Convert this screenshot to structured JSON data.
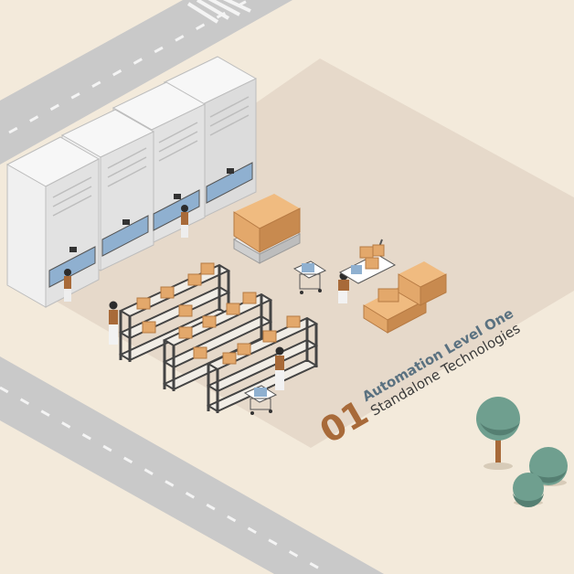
{
  "label": {
    "number": "01",
    "title": "Automation Level One",
    "subtitle": "Standalone Technologies"
  },
  "colors": {
    "background": "#f3eadb",
    "floor": "#e6d9ca",
    "road": "#c9c9c9",
    "road_marking": "#f4f4f4",
    "cabinet": "#f0f0f0",
    "cabinet_dark": "#cfcfcf",
    "box": "#e3a86b",
    "box_dark": "#b67a43",
    "rack": "#444444",
    "tree": "#6f9f8f",
    "number": "#a86a39",
    "title": "#5a7180",
    "subtitle": "#3b3b3b"
  }
}
